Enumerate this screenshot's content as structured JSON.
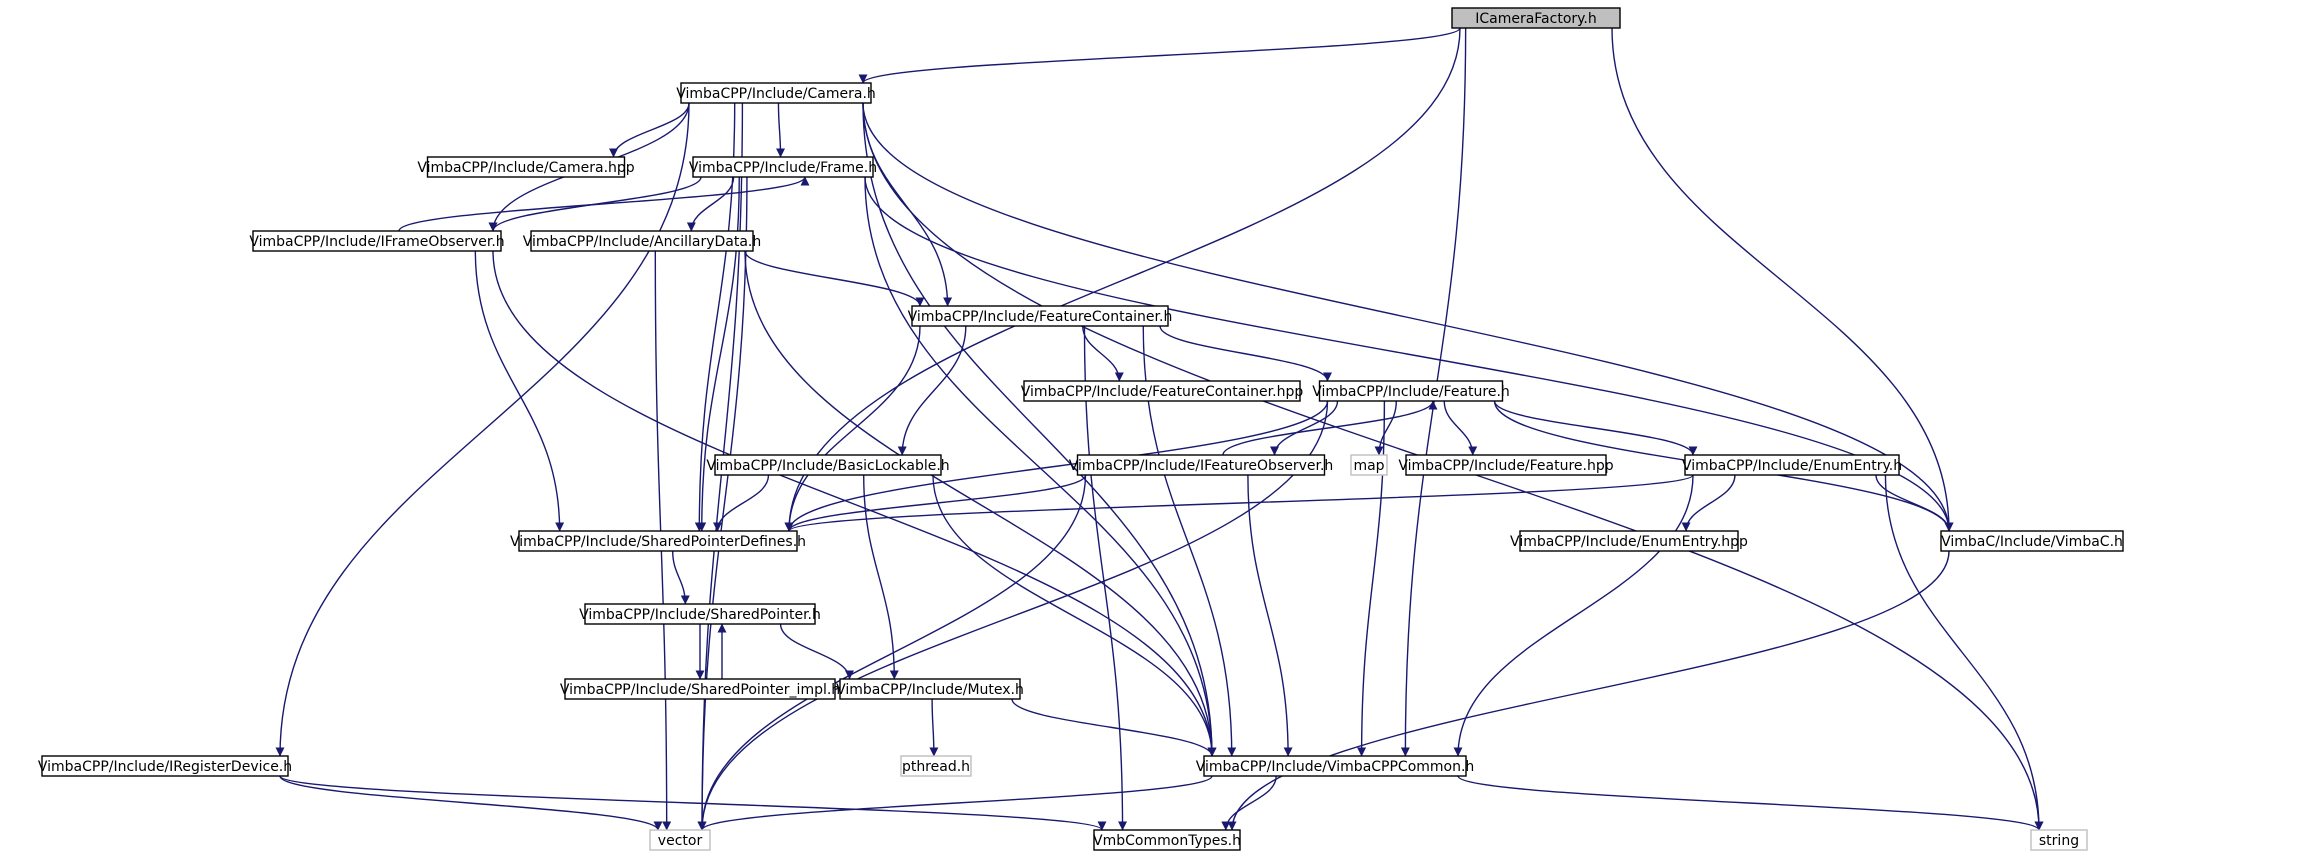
{
  "diagram": {
    "colors": {
      "edge": "#191970",
      "node_border": "#000000",
      "system_header_border": "#bfbfbf",
      "root_fill": "#bfbfbf",
      "background": "#ffffff"
    },
    "nodes": [
      {
        "id": "icf",
        "label": "ICameraFactory.h",
        "kind": "root"
      },
      {
        "id": "camera_h",
        "label": "VimbaCPP/Include/Camera.h",
        "kind": "header"
      },
      {
        "id": "camera_hpp",
        "label": "VimbaCPP/Include/Camera.hpp",
        "kind": "header"
      },
      {
        "id": "frame_h",
        "label": "VimbaCPP/Include/Frame.h",
        "kind": "header"
      },
      {
        "id": "iframeobs",
        "label": "VimbaCPP/Include/IFrameObserver.h",
        "kind": "header"
      },
      {
        "id": "ancillary",
        "label": "VimbaCPP/Include/AncillaryData.h",
        "kind": "header"
      },
      {
        "id": "featcont",
        "label": "VimbaCPP/Include/FeatureContainer.h",
        "kind": "header"
      },
      {
        "id": "featcont_hpp",
        "label": "VimbaCPP/Include/FeatureContainer.hpp",
        "kind": "header"
      },
      {
        "id": "feature_h",
        "label": "VimbaCPP/Include/Feature.h",
        "kind": "header"
      },
      {
        "id": "basiclock",
        "label": "VimbaCPP/Include/BasicLockable.h",
        "kind": "header"
      },
      {
        "id": "ifeatobs",
        "label": "VimbaCPP/Include/IFeatureObserver.h",
        "kind": "header"
      },
      {
        "id": "map",
        "label": "map",
        "kind": "system"
      },
      {
        "id": "feature_hpp",
        "label": "VimbaCPP/Include/Feature.hpp",
        "kind": "header"
      },
      {
        "id": "enumentry",
        "label": "VimbaCPP/Include/EnumEntry.h",
        "kind": "header"
      },
      {
        "id": "spdefines",
        "label": "VimbaCPP/Include/SharedPointerDefines.h",
        "kind": "header"
      },
      {
        "id": "enumentry_hpp",
        "label": "VimbaCPP/Include/EnumEntry.hpp",
        "kind": "header"
      },
      {
        "id": "vimbac",
        "label": "VimbaC/Include/VimbaC.h",
        "kind": "header"
      },
      {
        "id": "sp_h",
        "label": "VimbaCPP/Include/SharedPointer.h",
        "kind": "header"
      },
      {
        "id": "sp_impl",
        "label": "VimbaCPP/Include/SharedPointer_impl.h",
        "kind": "header"
      },
      {
        "id": "mutex",
        "label": "VimbaCPP/Include/Mutex.h",
        "kind": "header"
      },
      {
        "id": "iregdev",
        "label": "VimbaCPP/Include/IRegisterDevice.h",
        "kind": "header"
      },
      {
        "id": "pthread",
        "label": "pthread.h",
        "kind": "system"
      },
      {
        "id": "vcppcommon",
        "label": "VimbaCPP/Include/VimbaCPPCommon.h",
        "kind": "header"
      },
      {
        "id": "vector",
        "label": "vector",
        "kind": "system"
      },
      {
        "id": "vmbtypes",
        "label": "VmbCommonTypes.h",
        "kind": "header"
      },
      {
        "id": "string",
        "label": "string",
        "kind": "system"
      }
    ],
    "edges": [
      [
        "icf",
        "camera_h"
      ],
      [
        "icf",
        "spdefines"
      ],
      [
        "icf",
        "vimbac"
      ],
      [
        "icf",
        "vcppcommon"
      ],
      [
        "camera_h",
        "camera_hpp"
      ],
      [
        "camera_h",
        "frame_h"
      ],
      [
        "camera_h",
        "iframeobs"
      ],
      [
        "camera_h",
        "featcont"
      ],
      [
        "camera_h",
        "spdefines"
      ],
      [
        "camera_h",
        "vimbac"
      ],
      [
        "camera_h",
        "vcppcommon"
      ],
      [
        "camera_h",
        "iregdev"
      ],
      [
        "camera_h",
        "vector"
      ],
      [
        "camera_h",
        "string"
      ],
      [
        "frame_h",
        "iframeobs"
      ],
      [
        "frame_h",
        "ancillary"
      ],
      [
        "frame_h",
        "spdefines"
      ],
      [
        "frame_h",
        "vimbac"
      ],
      [
        "frame_h",
        "vcppcommon"
      ],
      [
        "frame_h",
        "vector"
      ],
      [
        "iframeobs",
        "frame_h"
      ],
      [
        "iframeobs",
        "spdefines"
      ],
      [
        "iframeobs",
        "vcppcommon"
      ],
      [
        "ancillary",
        "featcont"
      ],
      [
        "ancillary",
        "vcppcommon"
      ],
      [
        "ancillary",
        "vector"
      ],
      [
        "featcont",
        "featcont_hpp"
      ],
      [
        "featcont",
        "feature_h"
      ],
      [
        "featcont",
        "basiclock"
      ],
      [
        "featcont",
        "spdefines"
      ],
      [
        "featcont",
        "vcppcommon"
      ],
      [
        "featcont",
        "vmbtypes"
      ],
      [
        "feature_h",
        "ifeatobs"
      ],
      [
        "feature_h",
        "map"
      ],
      [
        "feature_h",
        "feature_hpp"
      ],
      [
        "feature_h",
        "enumentry"
      ],
      [
        "feature_h",
        "vimbac"
      ],
      [
        "feature_h",
        "spdefines"
      ],
      [
        "feature_h",
        "vcppcommon"
      ],
      [
        "feature_h",
        "vector"
      ],
      [
        "ifeatobs",
        "feature_h"
      ],
      [
        "ifeatobs",
        "spdefines"
      ],
      [
        "ifeatobs",
        "vcppcommon"
      ],
      [
        "ifeatobs",
        "vector"
      ],
      [
        "basiclock",
        "spdefines"
      ],
      [
        "basiclock",
        "mutex"
      ],
      [
        "basiclock",
        "vcppcommon"
      ],
      [
        "enumentry",
        "enumentry_hpp"
      ],
      [
        "enumentry",
        "vimbac"
      ],
      [
        "enumentry",
        "spdefines"
      ],
      [
        "enumentry",
        "vcppcommon"
      ],
      [
        "enumentry",
        "string"
      ],
      [
        "spdefines",
        "sp_h"
      ],
      [
        "sp_h",
        "sp_impl"
      ],
      [
        "sp_impl",
        "sp_h"
      ],
      [
        "sp_h",
        "mutex"
      ],
      [
        "mutex",
        "pthread"
      ],
      [
        "mutex",
        "vcppcommon"
      ],
      [
        "vimbac",
        "vmbtypes"
      ],
      [
        "iregdev",
        "vector"
      ],
      [
        "iregdev",
        "vmbtypes"
      ],
      [
        "vcppcommon",
        "vector"
      ],
      [
        "vcppcommon",
        "vmbtypes"
      ],
      [
        "vcppcommon",
        "string"
      ]
    ]
  }
}
